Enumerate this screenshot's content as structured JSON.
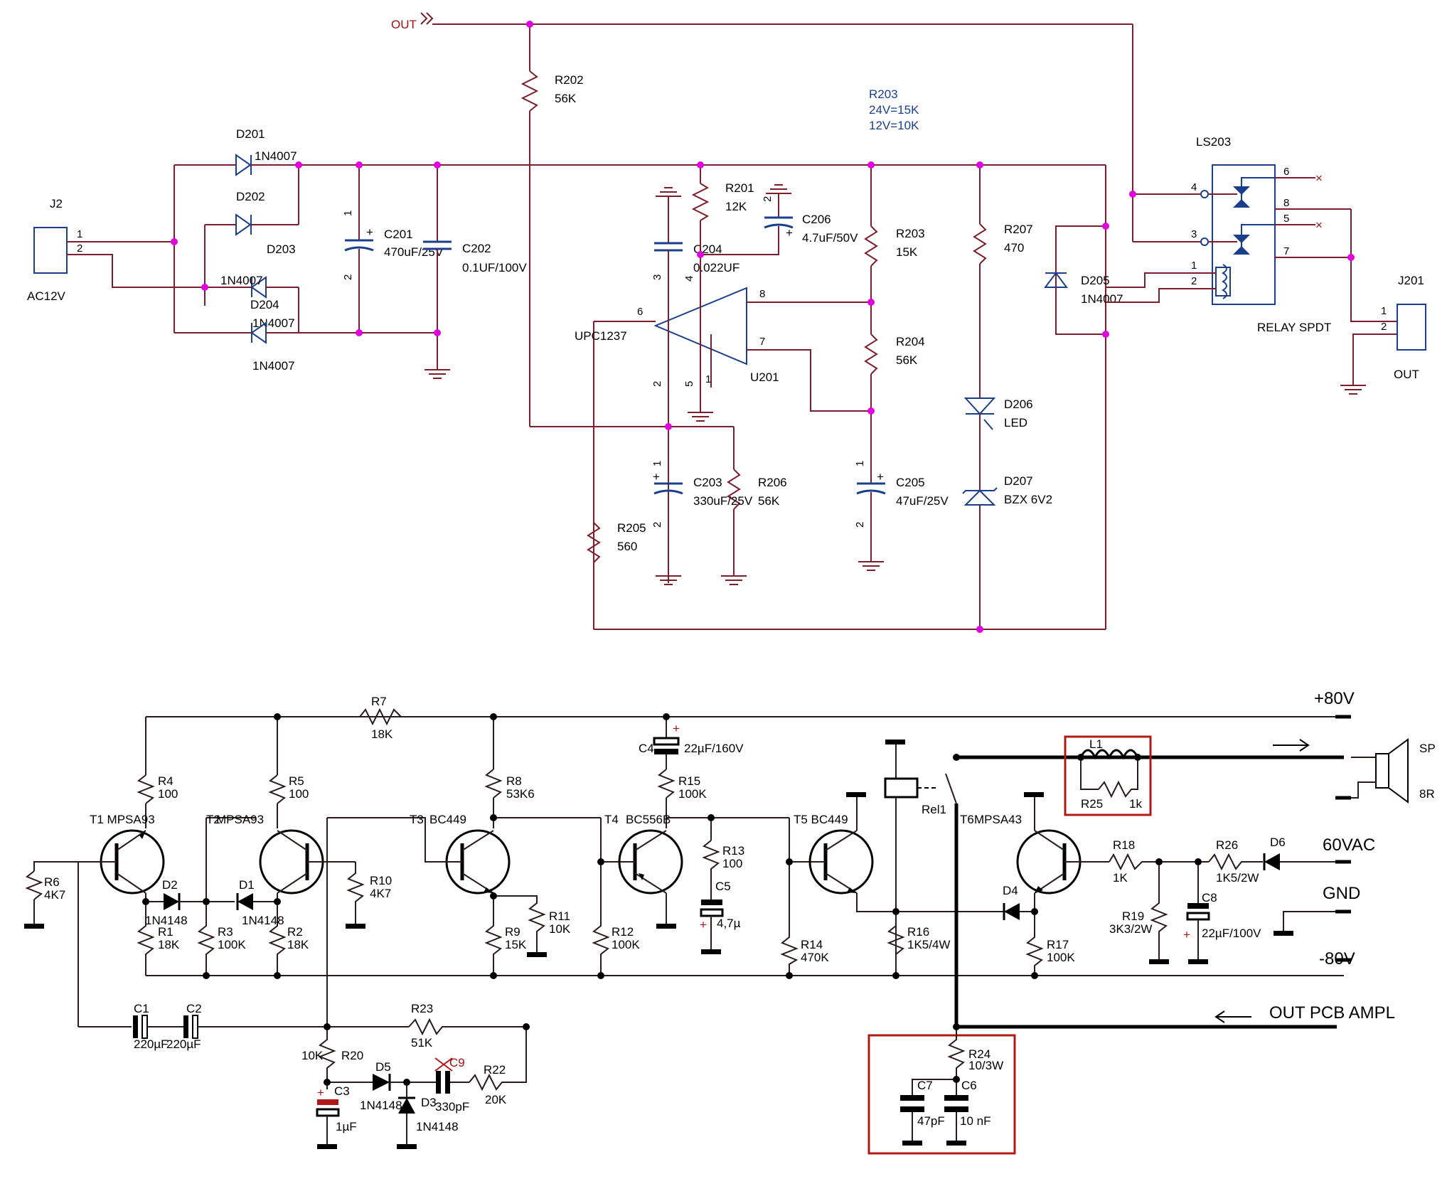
{
  "top": {
    "out_flag": "OUT",
    "J2": {
      "ref": "J2",
      "value": "AC12V",
      "pin1": "1",
      "pin2": "2"
    },
    "J201": {
      "ref": "J201",
      "value": "OUT",
      "pin1": "1",
      "pin2": "2"
    },
    "D201": {
      "ref": "D201",
      "value": "1N4007"
    },
    "D202": {
      "ref": "D202"
    },
    "D203": {
      "ref": "D203"
    },
    "D204": {
      "ref": "D204",
      "value": "1N4007"
    },
    "D204b": {
      "value": "1N4007"
    },
    "D202v": {
      "value": "1N4007"
    },
    "C201": {
      "ref": "C201",
      "value": "470uF/25V",
      "pin1": "1",
      "pin2": "2"
    },
    "C202": {
      "ref": "C202",
      "value": "0.1UF/100V"
    },
    "R202": {
      "ref": "R202",
      "value": "56K"
    },
    "R203_note": {
      "ref": "R203",
      "line1": "24V=15K",
      "line2": "12V=10K"
    },
    "R201": {
      "ref": "R201",
      "value": "12K"
    },
    "C204": {
      "ref": "C204",
      "value": "0.022UF",
      "pin3": "3",
      "pin4": "4"
    },
    "C206": {
      "ref": "C206",
      "value": "4.7uF/50V",
      "pin2": "2"
    },
    "R203": {
      "ref": "R203",
      "value": "15K"
    },
    "R204": {
      "ref": "R204",
      "value": "56K"
    },
    "R207": {
      "ref": "R207",
      "value": "470"
    },
    "D205": {
      "ref": "D205",
      "value": "1N4007"
    },
    "U201": {
      "ref": "U201",
      "value": "UPC1237",
      "p6": "6",
      "p8": "8",
      "p7": "7",
      "p2": "2",
      "p5": "5",
      "p1": "1",
      "p3": "3",
      "p4": "4"
    },
    "C203": {
      "ref": "C203",
      "value": "330uF/25V",
      "pin1": "1",
      "pin2": "2"
    },
    "R206": {
      "ref": "R206",
      "value": "56K"
    },
    "R205": {
      "ref": "R205",
      "value": "560"
    },
    "C205": {
      "ref": "C205",
      "value": "47uF/25V",
      "pin1": "1",
      "pin2": "2"
    },
    "D206": {
      "ref": "D206",
      "value": "LED"
    },
    "D207": {
      "ref": "D207",
      "value": "BZX 6V2"
    },
    "LS203": {
      "ref": "LS203",
      "value": "RELAY SPDT",
      "p1": "1",
      "p2": "2",
      "p3": "3",
      "p4": "4",
      "p5": "5",
      "p6": "6",
      "p7": "7",
      "p8": "8"
    }
  },
  "bottom": {
    "rail_p80": "+80V",
    "rail_m80": "-80V",
    "ac60": "60VAC",
    "gnd": "GND",
    "out_pcb": "OUT PCB  AMPL",
    "SP": {
      "ref": "SP",
      "value": "8R"
    },
    "R7": {
      "ref": "R7",
      "value": "18K"
    },
    "R4": {
      "ref": "R4",
      "value": "100"
    },
    "R5": {
      "ref": "R5",
      "value": "100"
    },
    "R8": {
      "ref": "R8",
      "value": "53K6"
    },
    "C4": {
      "ref": "C4",
      "value": "22µF/160V"
    },
    "R15": {
      "ref": "R15",
      "value": "100K"
    },
    "T1": {
      "ref": "T1 MPSA93"
    },
    "T2": {
      "ref": "T2",
      "value": "MPSA93"
    },
    "T3": {
      "ref": "T3",
      "value": "BC449"
    },
    "T4": {
      "ref": "T4",
      "value": "BC556B"
    },
    "T5": {
      "ref": "T5 BC449"
    },
    "T6": {
      "ref": "T6",
      "value": "MPSA43"
    },
    "R6": {
      "ref": "R6",
      "value": "4K7"
    },
    "D2": {
      "ref": "D2",
      "value": "1N4148"
    },
    "D1": {
      "ref": "D1",
      "value": "1N4148"
    },
    "R1": {
      "ref": "R1",
      "value": "18K"
    },
    "R3": {
      "ref": "R3",
      "value": "100K"
    },
    "R2": {
      "ref": "R2",
      "value": "18K"
    },
    "R10": {
      "ref": "R10",
      "value": "4K7"
    },
    "R9": {
      "ref": "R9",
      "value": "15K"
    },
    "R11": {
      "ref": "R11",
      "value": "10K"
    },
    "R12": {
      "ref": "R12",
      "value": "100K"
    },
    "R13": {
      "ref": "R13",
      "value": "100"
    },
    "C5": {
      "ref": "C5",
      "value": "4,7µ"
    },
    "R14": {
      "ref": "R14",
      "value": "470K"
    },
    "Rel1": {
      "ref": "Rel1"
    },
    "L1": {
      "ref": "L1"
    },
    "R25": {
      "ref": "R25",
      "value": "1k"
    },
    "R16": {
      "ref": "R16",
      "value": "1K5/4W"
    },
    "D4": {
      "ref": "D4"
    },
    "R17": {
      "ref": "R17",
      "value": "100K"
    },
    "R18": {
      "ref": "R18",
      "value": "1K"
    },
    "R19": {
      "ref": "R19",
      "value": "3K3/2W"
    },
    "R26": {
      "ref": "R26",
      "value": "1K5/2W"
    },
    "D6": {
      "ref": "D6"
    },
    "C8": {
      "ref": "C8",
      "value": "22µF/100V"
    },
    "C1": {
      "ref": "C1",
      "value": "220µF"
    },
    "C2": {
      "ref": "C2",
      "value": "220µF"
    },
    "R23": {
      "ref": "R23",
      "value": "51K"
    },
    "R20": {
      "ref": "R20",
      "value": "10K"
    },
    "C3": {
      "ref": "C3",
      "value": "1µF"
    },
    "D5": {
      "ref": "D5",
      "value": "1N4148"
    },
    "D3": {
      "ref": "D3",
      "value": "1N4148"
    },
    "C9": {
      "ref": "C9",
      "value": "330pF"
    },
    "R22": {
      "ref": "R22",
      "value": "20K"
    },
    "R24": {
      "ref": "R24",
      "value": "10/3W"
    },
    "C7": {
      "ref": "C7",
      "value": "47pF"
    },
    "C6": {
      "ref": "C6",
      "value": "10 nF"
    }
  },
  "colors": {
    "wire_top": "#7a1f2b",
    "node": "#e000e0",
    "component_blue": "#1a3e8c",
    "highlight_red": "#b01818",
    "wire_bottom": "#2b1b1b"
  }
}
